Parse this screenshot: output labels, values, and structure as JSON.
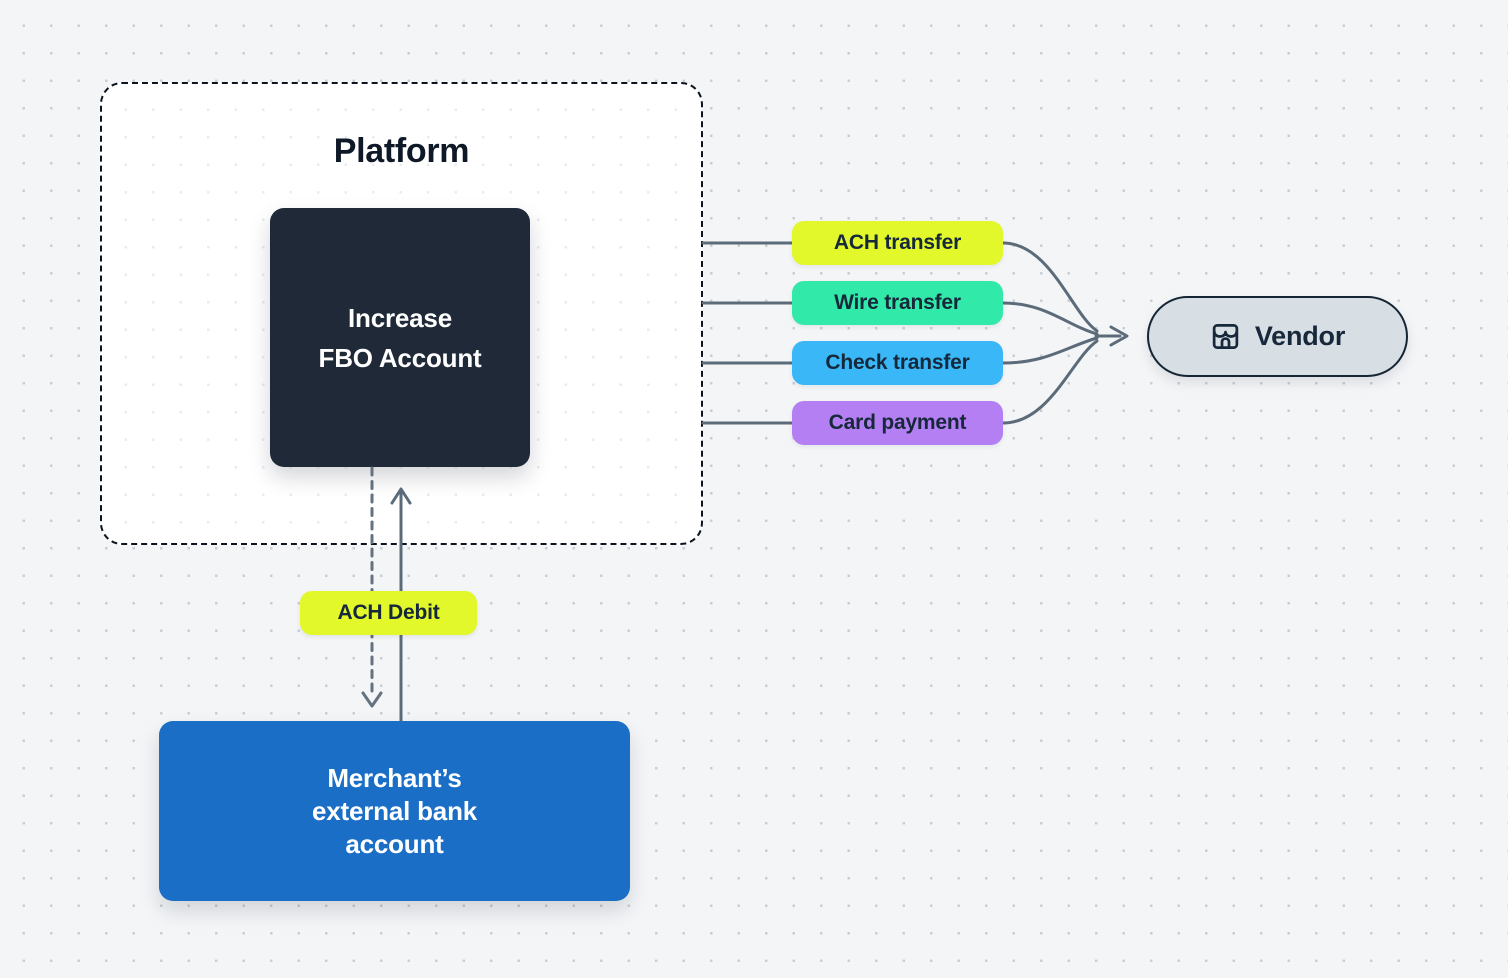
{
  "canvas": {
    "background": "#f3f5f7",
    "dot_color": "#c9ced4"
  },
  "platform": {
    "title": "Platform"
  },
  "fbo_box": {
    "line1": "Increase",
    "line2": "FBO Account",
    "bg": "#1f2937",
    "text_color": "#ffffff"
  },
  "payment_methods": [
    {
      "label": "ACH transfer",
      "color": "#e2f82b"
    },
    {
      "label": "Wire transfer",
      "color": "#31e9a9"
    },
    {
      "label": "Check transfer",
      "color": "#39b7f6"
    },
    {
      "label": "Card payment",
      "color": "#b57ff4"
    }
  ],
  "vendor": {
    "label": "Vendor",
    "icon": "storefront-icon",
    "bg": "#d7dee4",
    "border": "#152534"
  },
  "ach_debit": {
    "label": "ACH Debit",
    "color": "#e2f82b"
  },
  "merchant_box": {
    "line1": "Merchant’s",
    "line2": "external bank",
    "line3": "account",
    "bg": "#1a6ec6",
    "text_color": "#ffffff"
  },
  "connectors": {
    "solid_color": "#5c6b7a",
    "dashed_color": "#64717f"
  }
}
